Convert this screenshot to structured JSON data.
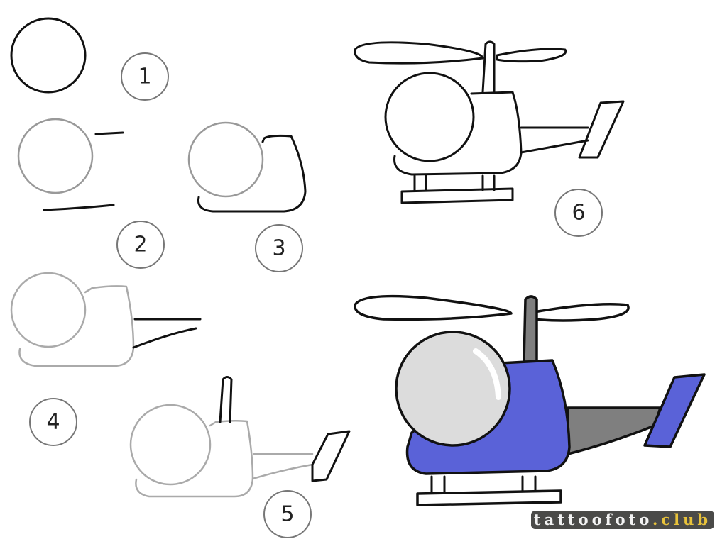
{
  "steps": [
    {
      "label": "1"
    },
    {
      "label": "2"
    },
    {
      "label": "3"
    },
    {
      "label": "4"
    },
    {
      "label": "5"
    },
    {
      "label": "6"
    }
  ],
  "watermark": {
    "name": "tattoofoto",
    "tld": ".club"
  },
  "colors": {
    "body": "#5a62d8",
    "tail": "#7f7f7f",
    "glass": "#dcdcdc",
    "guide": "#9a9a9a",
    "ink": "#111111"
  }
}
